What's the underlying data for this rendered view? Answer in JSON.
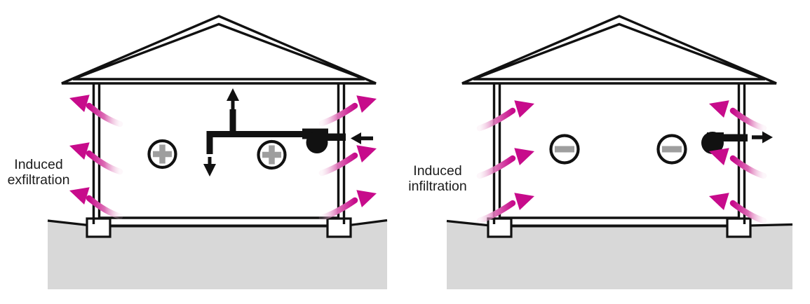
{
  "left_panel": {
    "label_line1": "Induced",
    "label_line2": "exfiltration",
    "pressure_symbol": "plus",
    "pressure_indicator_count": 2,
    "fan_icon": "supply-fan-icon",
    "leak_arrow_count": 6,
    "leak_air_direction": "outward-through-walls",
    "outside_air_arrow_direction": "into-house"
  },
  "right_panel": {
    "label_line1": "Induced",
    "label_line2": "infiltration",
    "pressure_symbol": "minus",
    "pressure_indicator_count": 2,
    "fan_icon": "exhaust-fan-icon",
    "leak_arrow_count": 6,
    "leak_air_direction": "inward-through-walls",
    "outside_air_arrow_direction": "out-of-house"
  },
  "colors": {
    "arrow_magenta": "#c70b8b",
    "arrow_light_pink": "#f0c7e0",
    "pressure_symbol_gray": "#9e9e9e",
    "ground_gray": "#d8d8d8",
    "outline_black": "#111111",
    "label_text": "#1c1c1c"
  }
}
